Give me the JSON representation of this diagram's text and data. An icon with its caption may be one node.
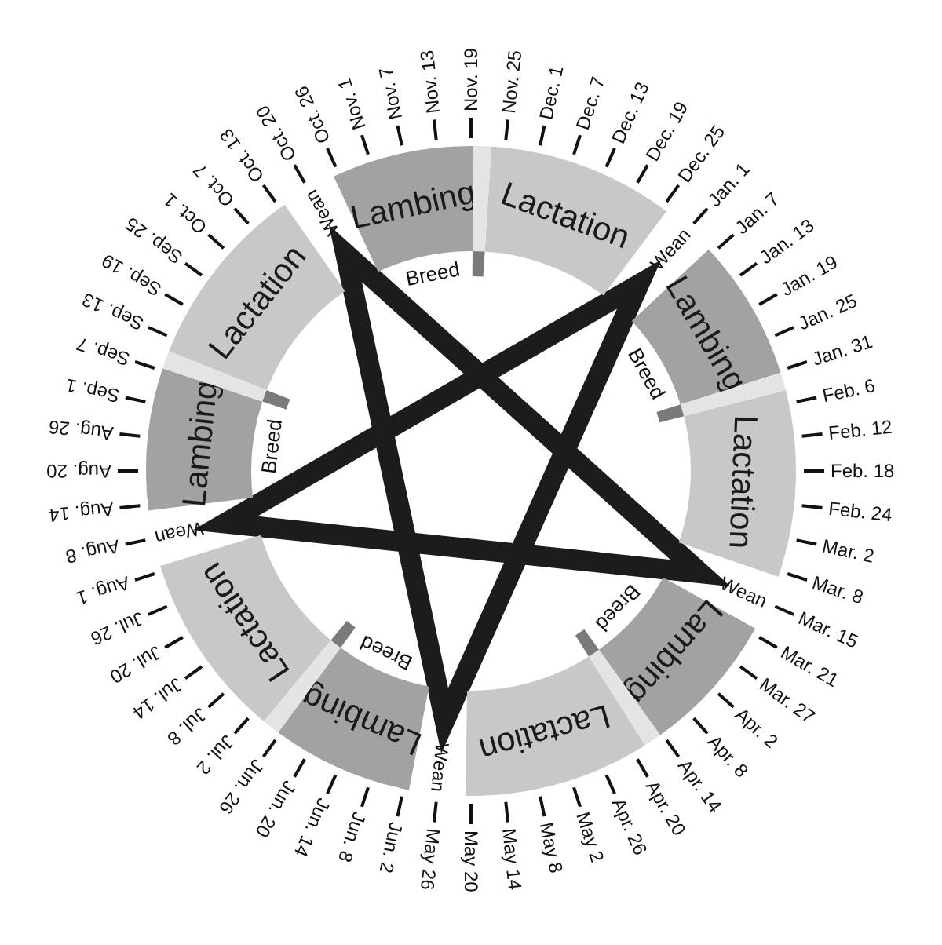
{
  "diagram": {
    "nodes": [
      {
        "text": [
          "Lambing"
        ]
      },
      {
        "text": [
          "Lactation"
        ]
      },
      {
        "text": [
          "Lambing"
        ]
      },
      {
        "text": [
          "Lactation"
        ]
      },
      {
        "text": [
          "Lambing"
        ]
      },
      {
        "text": [
          "Lactation"
        ]
      },
      {
        "text": [
          "Lambing"
        ]
      },
      {
        "text": [
          "Lactation"
        ]
      },
      {
        "text": [
          "Lambing"
        ]
      },
      {
        "text": [
          "Lactation"
        ]
      }
    ],
    "labels": [
      "Nov. 19",
      "Nov. 25",
      "Dec. 1",
      "Dec. 7",
      "Dec. 13",
      "Dec. 19",
      "Dec. 25",
      "Jan. 1",
      "Jan. 7",
      "Jan. 13",
      "Jan. 19",
      "Jan. 25",
      "Jan. 31",
      "Feb. 6",
      "Feb. 12",
      "Feb. 18",
      "Feb. 24",
      "Mar. 2",
      "Mar. 8",
      "Mar. 15",
      "Mar. 21",
      "Mar. 27",
      "Apr. 2",
      "Apr. 8",
      "Apr. 14",
      "Apr. 20",
      "Apr. 26",
      "May 2",
      "May 8",
      "May 14",
      "May 20",
      "May 26",
      "Jun. 2",
      "Jun. 8",
      "Jun. 14",
      "Jun. 20",
      "Jun. 26",
      "Jul. 2",
      "Jul. 8",
      "Jul. 14",
      "Jul. 20",
      "Jul. 26",
      "Aug. 1",
      "Aug. 8",
      "Aug. 14",
      "Aug. 20",
      "Aug. 26",
      "Sep. 1",
      "Sep. 7",
      "Sep. 13",
      "Sep. 19",
      "Sep. 25",
      "Oct. 1",
      "Oct. 7",
      "Oct. 13",
      "Oct. 20",
      "Oct. 26",
      "Nov. 1",
      "Nov. 7",
      "Nov. 13",
      "Wean",
      "Wean",
      "Wean",
      "Wean",
      "Wean",
      "Breed",
      "Breed",
      "Breed",
      "Breed",
      "Breed"
    ]
  }
}
